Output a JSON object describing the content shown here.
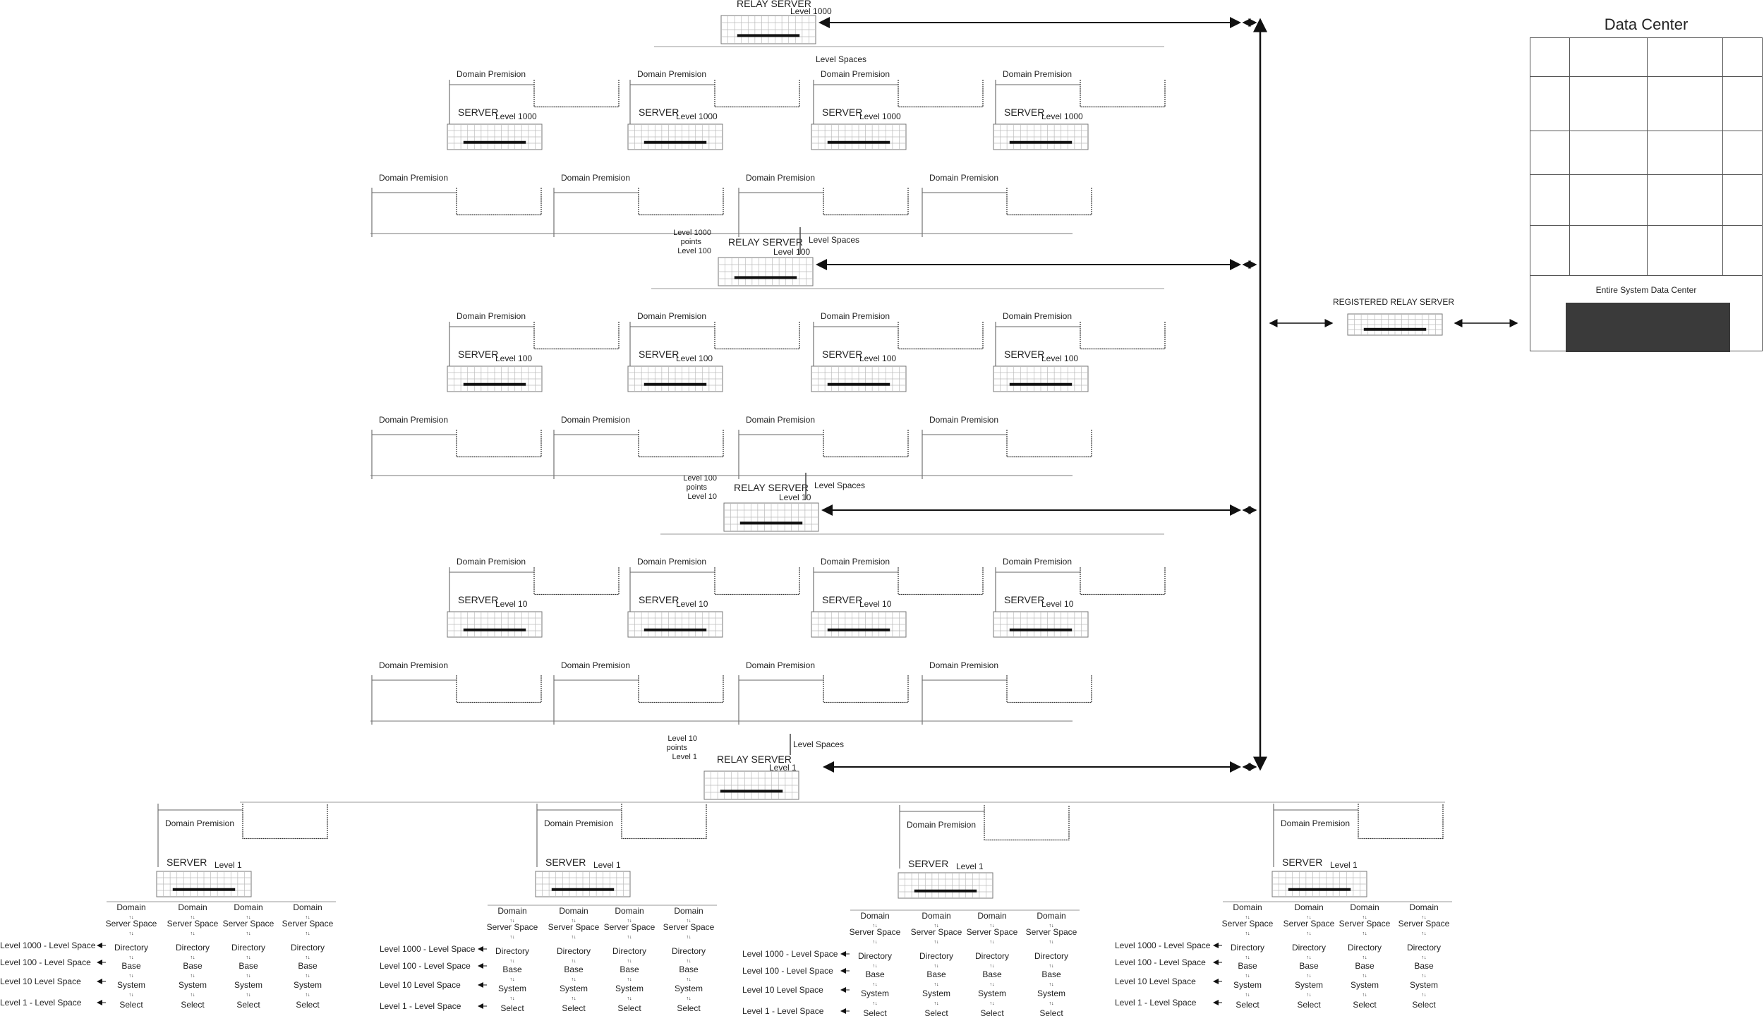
{
  "labels": {
    "relay_server": "RELAY SERVER",
    "server": "SERVER",
    "domain_premision": "Domain Premision",
    "level_spaces": "Level Spaces",
    "points": "points",
    "registered_relay": "REGISTERED RELAY SERVER"
  },
  "data_center": {
    "title": "Data Center",
    "entire_label": "Entire System Data Center"
  },
  "tiers": [
    {
      "level": "Level 1000",
      "upper": "",
      "lower": ""
    },
    {
      "level": "Level 100",
      "upper": "Level 1000",
      "lower": "Level 100"
    },
    {
      "level": "Level 10",
      "upper": "Level 100",
      "lower": "Level 10"
    },
    {
      "level": "Level 1",
      "upper": "Level 10",
      "lower": "Level 1"
    }
  ],
  "hierarchy": {
    "columns": [
      [
        "Domain",
        "Server Space",
        "Directory",
        "Base",
        "System",
        "Select"
      ]
    ],
    "level_space_labels": [
      "Level 1000 - Level Space",
      "Level 100 - Level Space",
      "Level 10 Level Space",
      "Level 1 -  Level Space"
    ]
  }
}
